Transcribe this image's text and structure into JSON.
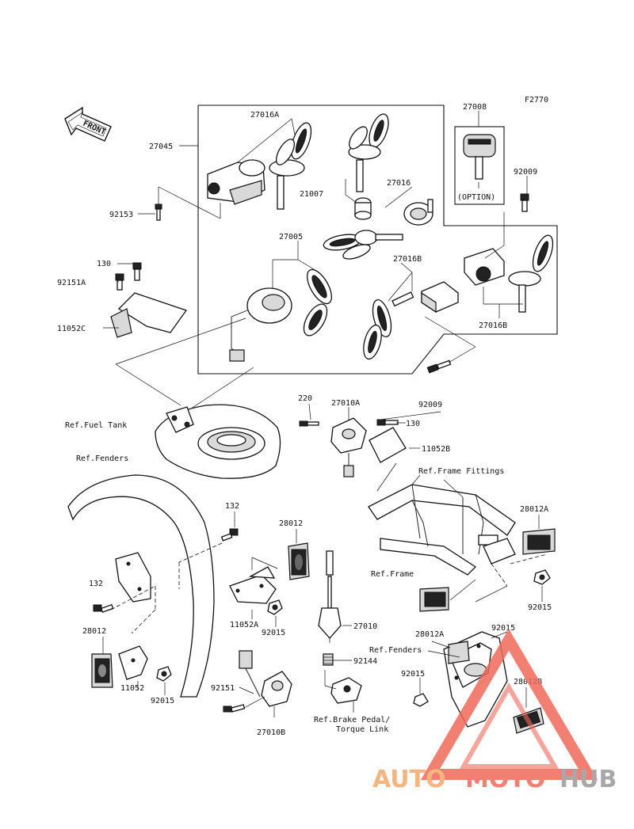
{
  "figure_code": "F2770",
  "front_label": "FRONT",
  "option_label": "(OPTION)",
  "labels": {
    "p27016A": "27016A",
    "p27045": "27045",
    "p27008": "27008",
    "p92009_top": "92009",
    "p21007": "21007",
    "p27016": "27016",
    "p92153": "92153",
    "p27005": "27005",
    "p130_left": "130",
    "p92151A": "92151A",
    "p27016B_mid": "27016B",
    "p11052C": "11052C",
    "p27016B_right": "27016B",
    "p220": "220",
    "p27010A": "27010A",
    "p92009_mid": "92009",
    "p130_mid": "130",
    "p11052B": "11052B",
    "p132_top": "132",
    "p28012_mid": "28012",
    "p28012A_right": "28012A",
    "p132_left": "132",
    "p11052A": "11052A",
    "p92015_mid": "92015",
    "p92015_right": "92015",
    "p28012_left": "28012",
    "p27010": "27010",
    "p28012A_low": "28012A",
    "p92015_low": "92015",
    "p92144": "92144",
    "p11052": "11052",
    "p92015_left": "92015",
    "p92151": "92151",
    "p92015_br": "92015",
    "p28012B": "28012B",
    "p27010B": "27010B"
  },
  "refs": {
    "fuel_tank": "Ref.Fuel Tank",
    "fenders_left": "Ref.Fenders",
    "frame_fittings": "Ref.Frame Fittings",
    "frame": "Ref.Frame",
    "fenders_right": "Ref.Fenders",
    "brake_pedal_1": "Ref.Brake Pedal/",
    "brake_pedal_2": "Torque Link"
  },
  "watermark": {
    "auto": "AUTO",
    "moto": "MOTO",
    "hub": "HUB",
    "colors": {
      "auto": "#f3a96a",
      "moto": "#ef6a5a",
      "hub": "#9a9a9a",
      "triangle": "#ef6a5a"
    }
  }
}
